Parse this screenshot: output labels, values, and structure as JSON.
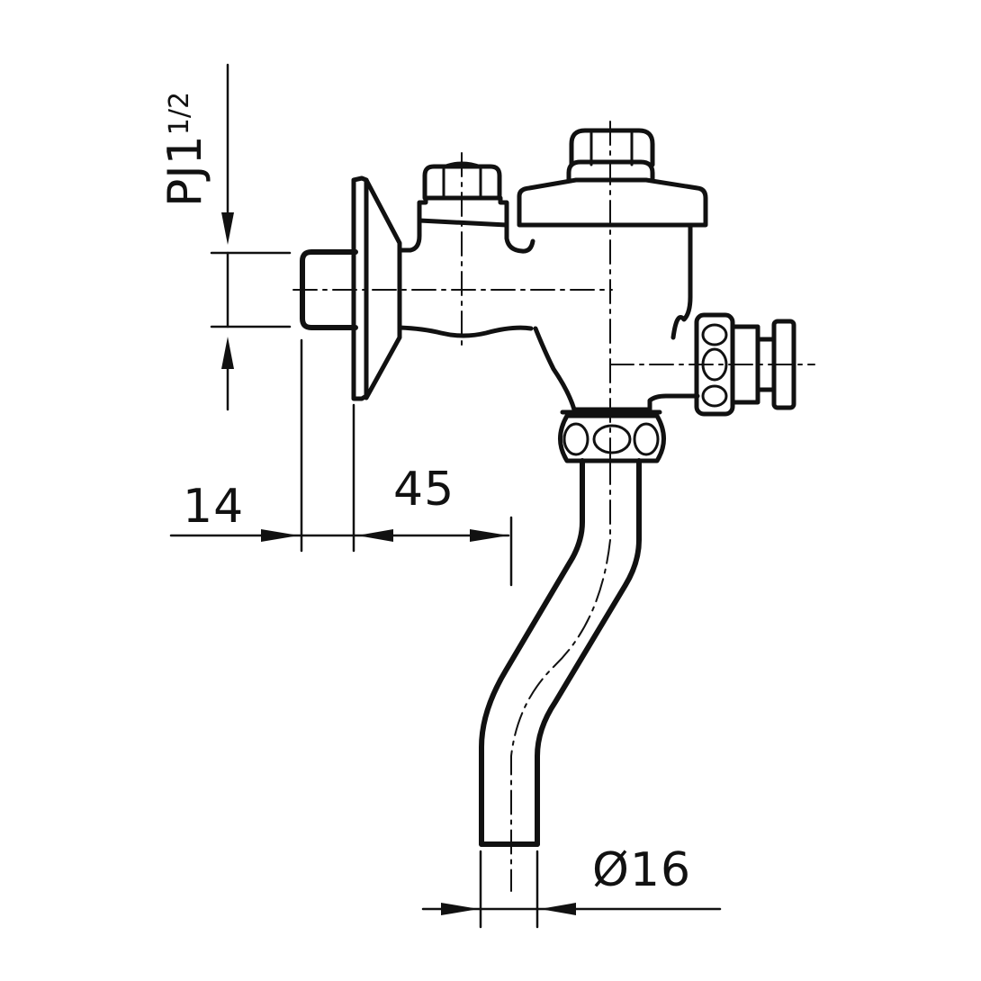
{
  "drawing": {
    "subject": "flush valve",
    "line_color": "#111111",
    "background": "#ffffff"
  },
  "dimensions": {
    "thread": {
      "prefix": "PJ",
      "whole": "1",
      "fraction": "1/2",
      "text": "PJ1½"
    },
    "flange_offset": {
      "value": "14"
    },
    "inlet_to_outlet": {
      "value": "45"
    },
    "pipe_diameter": {
      "value": "Ø16"
    }
  }
}
